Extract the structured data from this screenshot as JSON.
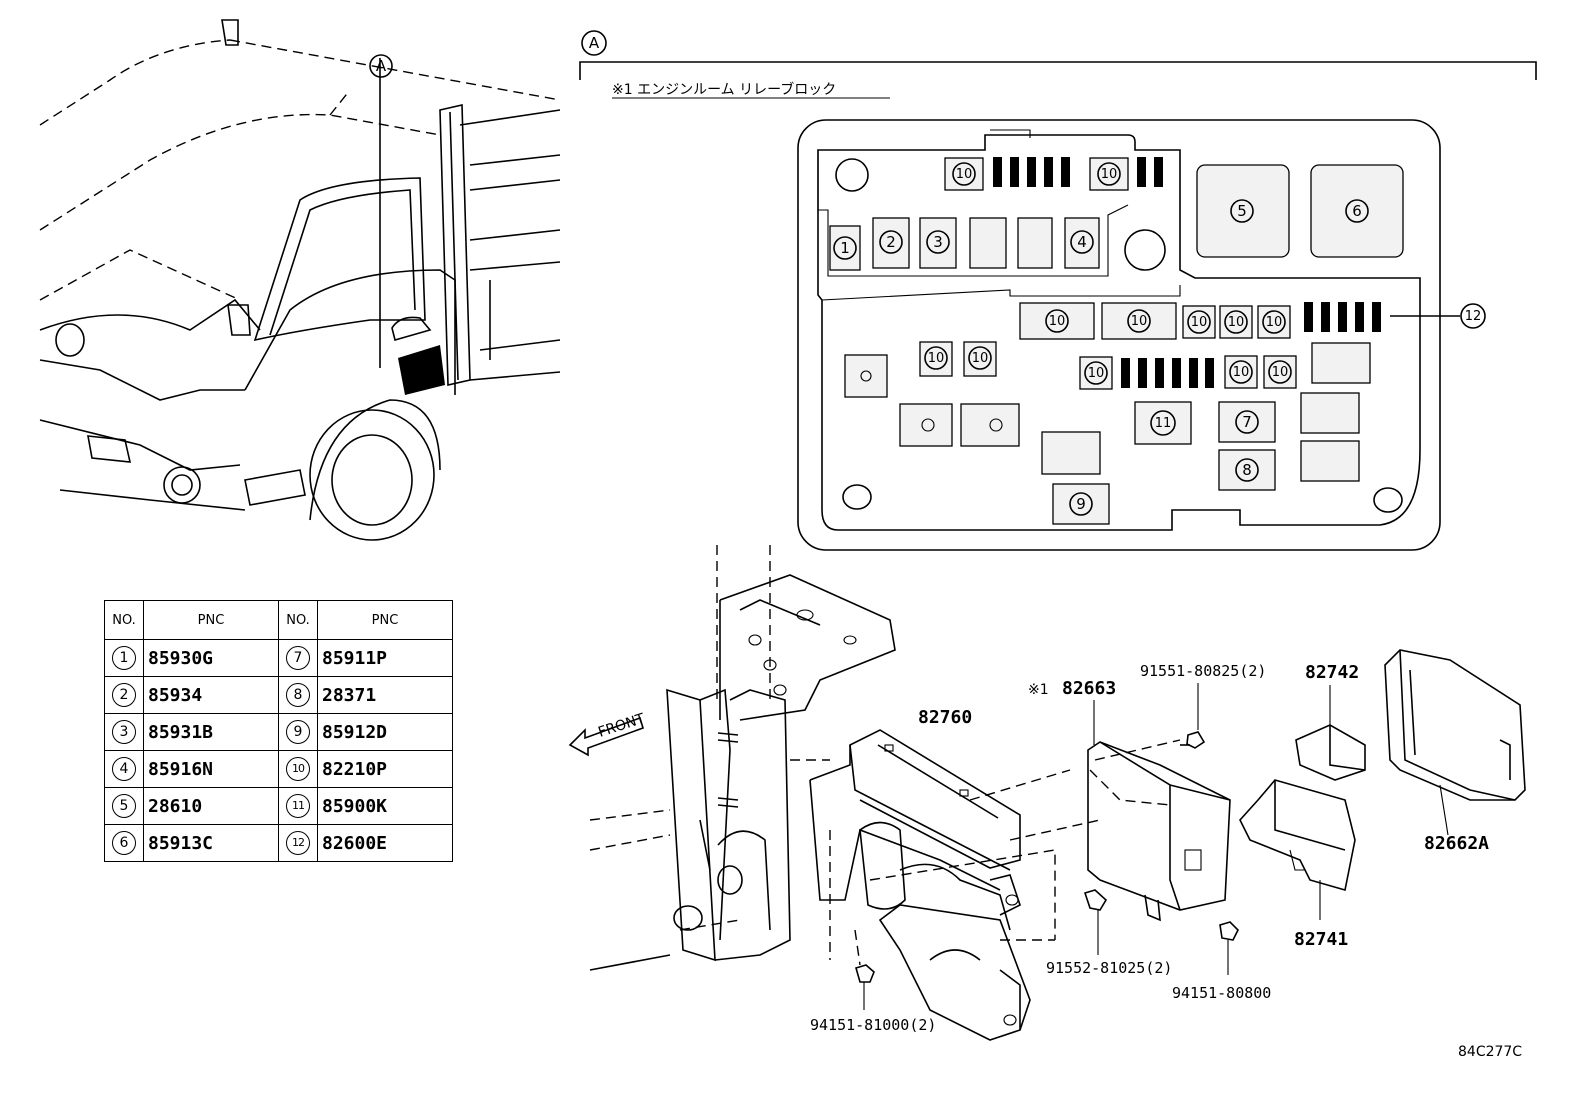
{
  "callout_a": "A",
  "section_title": "※1 エンジンルーム リレーブロック",
  "figure_code": "84C277C",
  "front_label": "FRONT",
  "relay_block_numbers": {
    "n1": "1",
    "n2": "2",
    "n3": "3",
    "n4": "4",
    "n5": "5",
    "n6": "6",
    "n7": "7",
    "n8": "8",
    "n9": "9",
    "n10": "10",
    "n11": "11",
    "n12": "12"
  },
  "parts": {
    "p82760": "82760",
    "p82663_mark": "※1",
    "p82663": "82663",
    "p91551": "91551-80825(2)",
    "p82742": "82742",
    "p82662a": "82662A",
    "p82741": "82741",
    "p91552": "91552-81025(2)",
    "p94151_80800": "94151-80800",
    "p94151_81000": "94151-81000(2)"
  },
  "table": {
    "headers": [
      "NO.",
      "PNC",
      "NO.",
      "PNC"
    ],
    "rows": [
      {
        "no_a": "1",
        "pnc_a": "85930G",
        "no_b": "7",
        "pnc_b": "85911P"
      },
      {
        "no_a": "2",
        "pnc_a": "85934",
        "no_b": "8",
        "pnc_b": "28371"
      },
      {
        "no_a": "3",
        "pnc_a": "85931B",
        "no_b": "9",
        "pnc_b": "85912D"
      },
      {
        "no_a": "4",
        "pnc_a": "85916N",
        "no_b": "10",
        "pnc_b": "82210P"
      },
      {
        "no_a": "5",
        "pnc_a": "28610",
        "no_b": "11",
        "pnc_b": "85900K"
      },
      {
        "no_a": "6",
        "pnc_a": "85913C",
        "no_b": "12",
        "pnc_b": "82600E"
      }
    ]
  }
}
